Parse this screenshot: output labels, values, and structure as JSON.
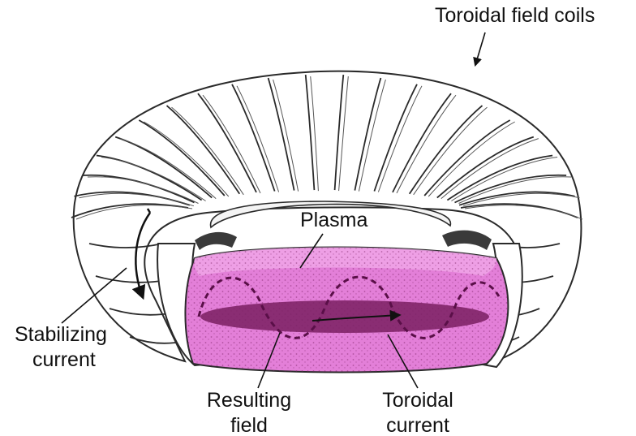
{
  "labels": {
    "toroidal_field_coils": "Toroidal field coils",
    "plasma": "Plasma",
    "stabilizing_current": [
      "Stabilizing",
      "current"
    ],
    "resulting_field": [
      "Resulting",
      "field"
    ],
    "toroidal_current": [
      "Toroidal",
      "current"
    ]
  },
  "colors": {
    "plasma": "#e37fd8",
    "plasma_core": "#7a1f62",
    "outline": "#2a2a2a",
    "coil_fill": "#ffffff"
  }
}
